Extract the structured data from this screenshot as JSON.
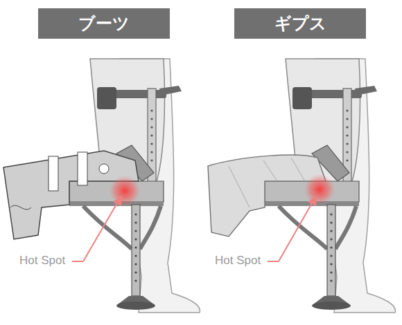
{
  "diagram": {
    "nodes": [
      {
        "text": [
          "ブーツ"
        ]
      },
      {
        "text": [
          "ギプス"
        ]
      }
    ],
    "labels": [
      "Hot Spot",
      "Hot Spot"
    ]
  }
}
